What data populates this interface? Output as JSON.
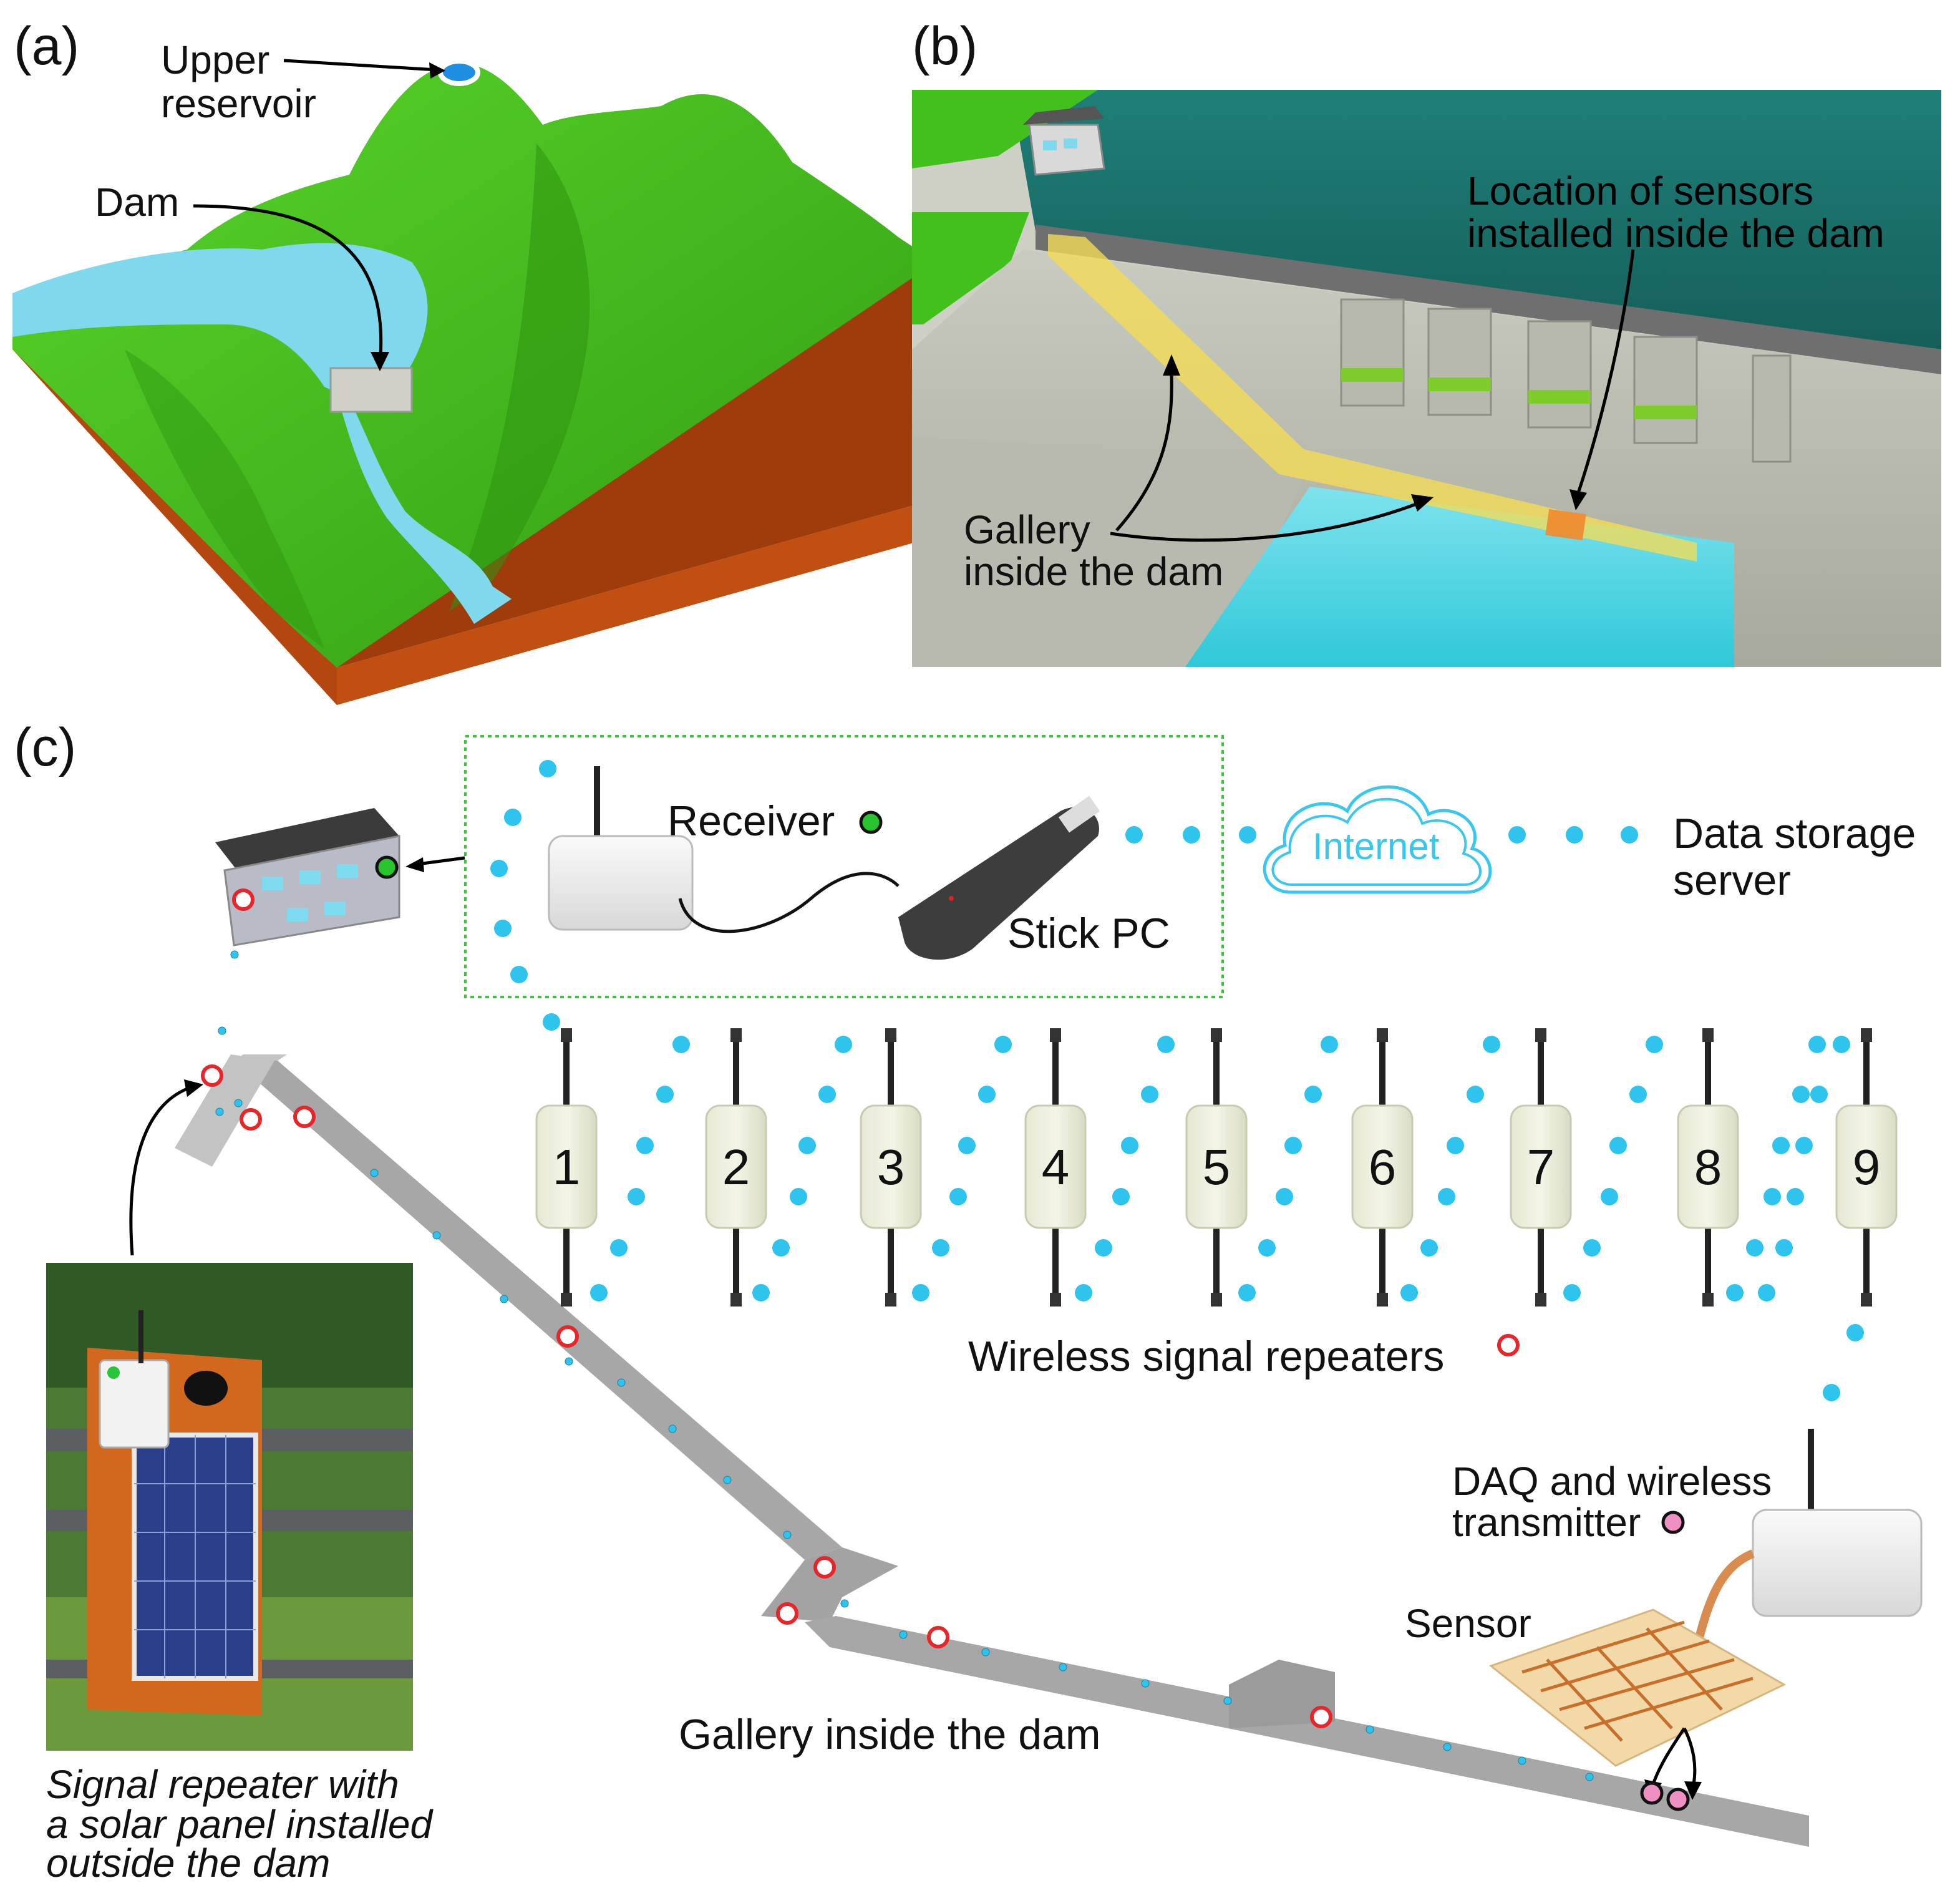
{
  "panel_a": {
    "tag": "(a)",
    "upper_reservoir_line1": "Upper",
    "upper_reservoir_line2": "reservoir",
    "dam_label": "Dam"
  },
  "panel_b": {
    "tag": "(b)",
    "sensors_line1": "Location of sensors",
    "sensors_line2": "installed inside the dam",
    "gallery_line1": "Gallery",
    "gallery_line2": "inside the dam"
  },
  "panel_c": {
    "tag": "(c)",
    "receiver_label": "Receiver",
    "stick_pc_label": "Stick PC",
    "internet_label": "Internet",
    "server_line1": "Data storage",
    "server_line2": "server",
    "repeaters_label": "Wireless signal repeaters",
    "repeater_numbers": [
      "1",
      "2",
      "3",
      "4",
      "5",
      "6",
      "7",
      "8",
      "9"
    ],
    "gallery_label": "Gallery inside the dam",
    "daq_line1": "DAQ and wireless",
    "daq_line2": "transmitter",
    "sensor_label": "Sensor",
    "photo_caption_line1": "Signal repeater with",
    "photo_caption_line2": "a solar panel installed",
    "photo_caption_line3": "outside the dam"
  },
  "colors": {
    "signal_dot": "#2fc4ee",
    "repeater_marker": "#e5262b",
    "receiver_marker": "#27c42d",
    "transmitter_marker": "#f08fc4",
    "terrain_green": "#49c21b",
    "soil": "#b4470f",
    "water": "#7fd8ec",
    "gallery_highlight": "#f5dc55",
    "sensor_highlight": "#f08a2d"
  }
}
